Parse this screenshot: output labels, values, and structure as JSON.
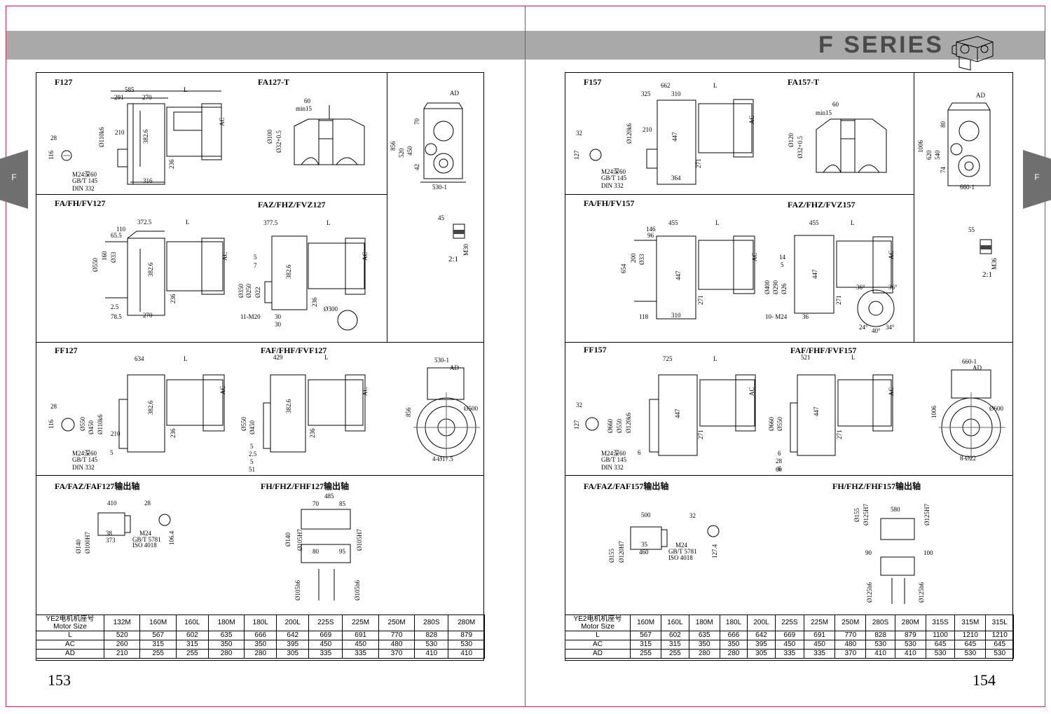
{
  "header": {
    "series_title": "F SERIES"
  },
  "side_tabs": {
    "left": "F",
    "right": "F"
  },
  "left_page": {
    "page_number": "153",
    "sections": {
      "s1_left": "F127",
      "s1_right": "FA127-T",
      "s2_left": "FA/FH/FV127",
      "s2_right": "FAZ/FHZ/FVZ127",
      "s3_left": "FF127",
      "s3_right": "FAF/FHF/FVF127",
      "s4_left": "FA/FAZ/FAF127输出轴",
      "s4_right": "FH/FHZ/FHF127输出轴"
    },
    "dims": {
      "d585": "585",
      "dL1": "L",
      "d291": "291",
      "d270": "270",
      "d210": "210",
      "d28": "28",
      "d116": "116",
      "m24": "M24深60",
      "gbt": "GB/T 145",
      "din": "DIN 332",
      "d316": "316",
      "d236": "236",
      "d3826": "382.6",
      "dAC": "AC",
      "d110k6": "Ø110k6",
      "d60": "60",
      "min15": "min15",
      "d100": "Ø100",
      "d32": "Ø32+0.5",
      "dAD": "AD",
      "d856": "856",
      "d520": "520",
      "d450": "450",
      "d70": "70",
      "d42": "42",
      "d5301": "530-1",
      "d3725": "372.5",
      "d110b": "110",
      "d655": "65.5",
      "d550": "Ø550",
      "d160": "160",
      "d33": "Ø33",
      "d25": "2.5",
      "d785": "78.5",
      "d270b": "270",
      "d3775": "377.5",
      "d5": "5",
      "d7": "7",
      "d350": "Ø350",
      "d250": "Ø250",
      "d22": "Ø22",
      "m20": "11-M20",
      "d30": "30",
      "d300": "Ø300",
      "d45": "45",
      "m30": "M30",
      "scale": "2:1",
      "d634": "634",
      "d450b": "Ø450",
      "d500": "Ø500",
      "d4175": "4-Ø17.5",
      "d429": "429",
      "d51": "51",
      "d410": "410",
      "d38": "38",
      "d373": "373",
      "d140": "Ø140",
      "d100h7": "Ø100H7",
      "iso": "ISO 4018",
      "gbt5781": "GB/T 5781",
      "m24b": "M24",
      "d1064": "106.4",
      "d485": "485",
      "d85": "85",
      "d95": "95",
      "d80": "80",
      "d105h7": "Ø105H7",
      "d105h6": "Ø105h6"
    },
    "table": {
      "header_label": "YE2电机机座号",
      "header_label2": "Motor Size",
      "sizes": [
        "132M",
        "160M",
        "160L",
        "180M",
        "180L",
        "200L",
        "225S",
        "225M",
        "250M",
        "280S",
        "280M"
      ],
      "rows": [
        {
          "label": "L",
          "values": [
            "520",
            "567",
            "602",
            "635",
            "666",
            "642",
            "669",
            "691",
            "770",
            "828",
            "879"
          ]
        },
        {
          "label": "AC",
          "values": [
            "260",
            "315",
            "315",
            "350",
            "350",
            "395",
            "450",
            "450",
            "480",
            "530",
            "530"
          ]
        },
        {
          "label": "AD",
          "values": [
            "210",
            "255",
            "255",
            "280",
            "280",
            "305",
            "335",
            "335",
            "370",
            "410",
            "410"
          ]
        }
      ]
    }
  },
  "right_page": {
    "page_number": "154",
    "sections": {
      "s1_left": "F157",
      "s1_right": "FA157-T",
      "s2_left": "FA/FH/FV157",
      "s2_right": "FAZ/FHZ/FVZ157",
      "s3_left": "FF157",
      "s3_right": "FAF/FHF/FVF157",
      "s4_left": "FA/FAZ/FAF157输出轴",
      "s4_right": "FH/FHZ/FHF157输出轴"
    },
    "dims": {
      "d662": "662",
      "dL1": "L",
      "d325": "325",
      "d310": "310",
      "d210": "210",
      "d32": "32",
      "d127": "127",
      "m24": "M24深60",
      "gbt": "GB/T 145",
      "din": "DIN 332",
      "d364": "364",
      "d271": "271",
      "d447": "447",
      "dAC": "AC",
      "d120k6": "Ø120k6",
      "d60": "60",
      "min15": "min15",
      "d120": "Ø120",
      "d32b": "Ø32+0.5",
      "dAD": "AD",
      "d1006": "1006",
      "d620": "620",
      "d540": "540",
      "d80": "80",
      "d74": "74",
      "d6601": "660-1",
      "d455": "455",
      "d146": "146",
      "d96": "96",
      "d654": "654",
      "d200": "200",
      "d33": "Ø33",
      "d118": "118",
      "d14": "14",
      "d5": "5",
      "d400": "Ø400",
      "d290": "Ø290",
      "d26": "Ø26",
      "m24b": "10- M24",
      "d36": "36",
      "d36deg": "36°",
      "d40deg": "40°",
      "d24deg": "24°",
      "d34deg": "34°",
      "d55": "55",
      "m36": "M36",
      "scale": "2:1",
      "d725": "725",
      "d660": "Ø660",
      "d550": "Ø550",
      "d6": "6",
      "d28": "28",
      "d521": "521",
      "d600": "Ø600",
      "d822": "8-Ø22",
      "d500": "500",
      "d35": "35",
      "d460": "460",
      "d155": "Ø155",
      "d120h7": "Ø120H7",
      "gbt5781": "GB/T 5781",
      "iso": "ISO 4018",
      "m24c": "M24",
      "d1274": "127.4",
      "d580": "580",
      "d90": "90",
      "d100": "100",
      "d125h7": "Ø125H7",
      "d125h6": "Ø125h6"
    },
    "table": {
      "header_label": "YE2电机机座号",
      "header_label2": "Motor Size",
      "sizes": [
        "160M",
        "160L",
        "180M",
        "180L",
        "200L",
        "225S",
        "225M",
        "250M",
        "280S",
        "280M",
        "315S",
        "315M",
        "315L"
      ],
      "rows": [
        {
          "label": "L",
          "values": [
            "567",
            "602",
            "635",
            "666",
            "642",
            "669",
            "691",
            "770",
            "828",
            "879",
            "1100",
            "1210",
            "1210"
          ]
        },
        {
          "label": "AC",
          "values": [
            "315",
            "315",
            "350",
            "350",
            "395",
            "450",
            "450",
            "480",
            "530",
            "530",
            "645",
            "645",
            "645"
          ]
        },
        {
          "label": "AD",
          "values": [
            "255",
            "255",
            "280",
            "280",
            "305",
            "335",
            "335",
            "370",
            "410",
            "410",
            "530",
            "530",
            "530"
          ]
        }
      ]
    }
  }
}
